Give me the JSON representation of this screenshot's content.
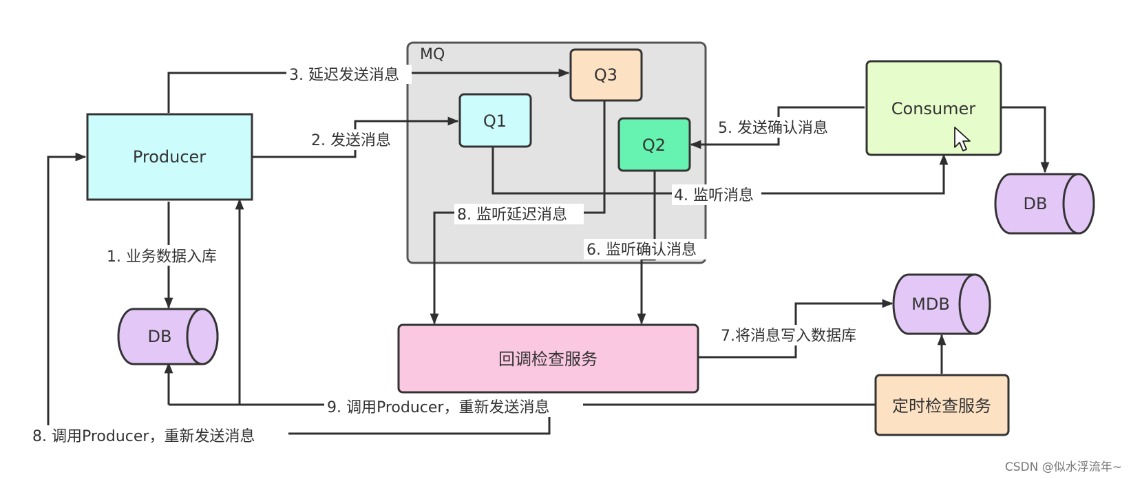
{
  "nodes": {
    "producer": {
      "label": "Producer",
      "color": "#ccfcfc"
    },
    "consumer": {
      "label": "Consumer",
      "color": "#e6fcca"
    },
    "mq": {
      "label": "MQ",
      "color": "#e3e3e3"
    },
    "q1": {
      "label": "Q1",
      "color": "#ccfcfc"
    },
    "q2": {
      "label": "Q2",
      "color": "#66f2b0"
    },
    "q3": {
      "label": "Q3",
      "color": "#fce1c3"
    },
    "db_producer": {
      "label": "DB",
      "color": "#e3c7f7"
    },
    "db_consumer": {
      "label": "DB",
      "color": "#e3c7f7"
    },
    "mdb": {
      "label": "MDB",
      "color": "#e3c7f7"
    },
    "callback_service": {
      "label": "回调检查服务",
      "color": "#fbc8e1"
    },
    "timer_service": {
      "label": "定时检查服务",
      "color": "#fce1c3"
    }
  },
  "edges": {
    "e1": "1. 业务数据入库",
    "e2": "2. 发送消息",
    "e3": "3. 延迟发送消息",
    "e4": "4. 监听消息",
    "e5": "5. 发送确认消息",
    "e6": "6. 监听确认消息",
    "e7": "7.将消息写入数据库",
    "e8a": "8. 监听延迟消息",
    "e8b": "8. 调用Producer，重新发送消息",
    "e9": "9. 调用Producer，重新发送消息"
  },
  "watermark": "CSDN @似水浮流年~"
}
